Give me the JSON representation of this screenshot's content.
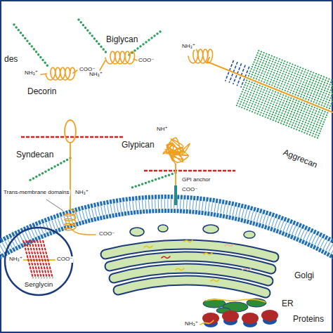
{
  "diagram": {
    "nodes": [
      {
        "text": [
          "Serglycin"
        ]
      }
    ],
    "labels": [
      "des",
      "Decorin",
      "NH₃⁺",
      "COO⁻",
      "Biglycan",
      "COO⁻",
      "NH₃⁺",
      "NH₃⁺",
      "Aggrecan",
      "Syndecan",
      "Glypican",
      "NH⁺",
      "GPI anchor",
      "Trans-membrane domains",
      "NH₃⁺",
      "COO⁻",
      "COO⁻",
      "NH₃⁺",
      "COO⁻",
      "Golgi",
      "ER",
      "Proteins",
      "NH₃⁺"
    ]
  }
}
